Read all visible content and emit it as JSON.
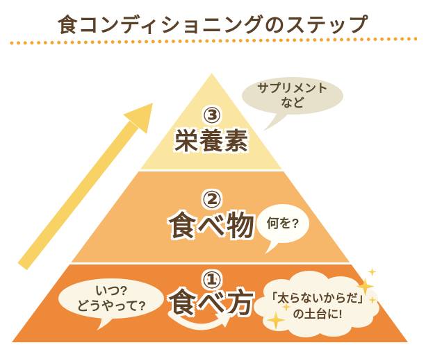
{
  "title": "食コンディショニングのステップ",
  "pyramid": {
    "levels": [
      {
        "num": "③",
        "label": "栄養素"
      },
      {
        "num": "②",
        "label": "食べ物"
      },
      {
        "num": "①",
        "label": "食べ方"
      }
    ]
  },
  "bubbles": {
    "supplement": {
      "line1": "サプリメント",
      "line2": "など"
    },
    "what": {
      "text": "何を?"
    },
    "when_how": {
      "line1": "いつ?",
      "line2": "どうやって?"
    },
    "foundation": {
      "line1": "「太らないからだ」",
      "line2": "の土台に!"
    }
  },
  "colors": {
    "title_text": "#5B4127",
    "dotted_line": "#F4A42A",
    "top_fill": "#FAE5A1",
    "middle_fill": "#F6B76A",
    "bottom_fill": "#EE8939",
    "label_text": "#5D4127",
    "bubble_beige": "#E7E0CA",
    "bubble_white": "#FFFEF7",
    "bubble_cream": "#FBF5E6",
    "cloud_cream": "#FBF5E6",
    "sparkle_yellow": "#F7C93E",
    "arrow_yellow": "#F8D264",
    "curved_arrow_white": "#FCF7EA"
  }
}
